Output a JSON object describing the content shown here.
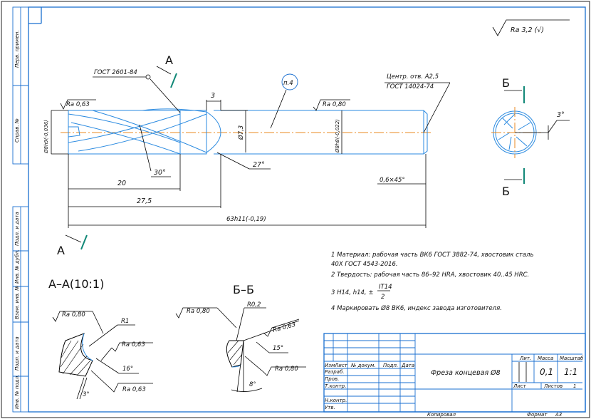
{
  "roughness_general": "Ra 3,2 (√)",
  "side_stamps": [
    "Перв. примен.",
    "Справ. №",
    "Подп. и дата",
    "Инв. № дубл.",
    "Взам. инв. №",
    "Подп. и дата",
    "Инв. № подл."
  ],
  "main_view": {
    "gost_note": "ГОСТ 2601-84",
    "section_a_label": "А",
    "position_note": "п.4",
    "center_hole_line1": "Центр. отв. А2,5",
    "center_hole_line2": "ГОСТ 14024-74",
    "ra_cutting": "Ra 0,63",
    "ra_shank": "Ra 0,80",
    "dia_left": "Ø8h9(-0,036)",
    "dia_neck": "Ø7,3",
    "dia_shank": "Ø8h8(-0,022)",
    "dim_3": "3",
    "angle_30": "30°",
    "angle_27": "27°",
    "dim_20": "20",
    "dim_27_5": "27,5",
    "dim_63": "63h11(-0,19)",
    "chamfer": "0,6×45°"
  },
  "end_view": {
    "section_label": "Б",
    "angle": "3°"
  },
  "section_aa": {
    "title": "А–А(10:1)",
    "ra1": "Ra 0,80",
    "radius": "R1",
    "ra2": "Ra 0,63",
    "angle16": "16°",
    "ra3": "Ra 0,63",
    "angle3": "3°"
  },
  "section_bb": {
    "title": "Б–Б",
    "ra1": "Ra 0,80",
    "radius": "R0,2",
    "ra2": "Ra 0,63",
    "angle15": "15°",
    "ra3": "Ra 0,80",
    "angle8": "8°"
  },
  "notes": [
    "1 Материал: рабочая часть ВК6 ГОСТ 3882-74, хвостовик сталь",
    "40Х ГОСТ 4543-2016.",
    "2  Твердость: рабочая часть 86–92 HRA, хвостовик 40..45 HRC.",
    "3  H14, h14, ±",
    "IT14",
    "2",
    "4  Маркировать Ø8 ВК6, индекс завода изготовителя."
  ],
  "title_block": {
    "headers": [
      "Изм",
      "Лист",
      "№ докум.",
      "Подп.",
      "Дата"
    ],
    "roles": [
      "Разраб.",
      "Пров.",
      "Т.контр.",
      "Н.контр.",
      "Утв."
    ],
    "part_name": "Фреза концевая Ø8",
    "lit_label": "Лит.",
    "mass_label": "Масса",
    "scale_label": "Масштаб",
    "mass_value": "0,1",
    "scale_value": "1:1",
    "sheet_label": "Лист",
    "sheets_label": "Листов",
    "sheets_value": "1",
    "copied": "Копировал",
    "format_label": "Формат",
    "format_value": "А3"
  }
}
